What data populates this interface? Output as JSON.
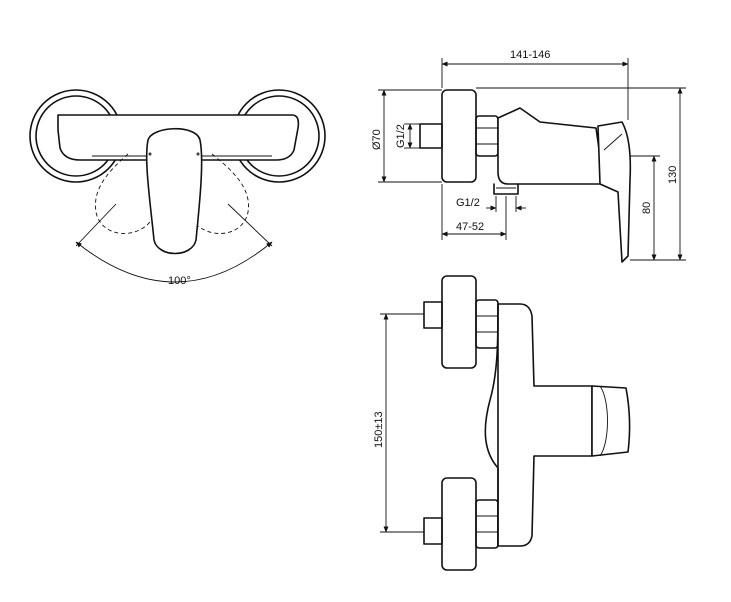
{
  "labels": {
    "rotation_angle": "100°",
    "overall_depth": "141-146",
    "rosette_diameter": "Ø70",
    "inlet_thread": "G1/2",
    "outlet_thread": "G1/2",
    "inlet_offset": "47-52",
    "outlet_height": "80",
    "overall_height": "130",
    "inlet_spacing": "150±13"
  }
}
